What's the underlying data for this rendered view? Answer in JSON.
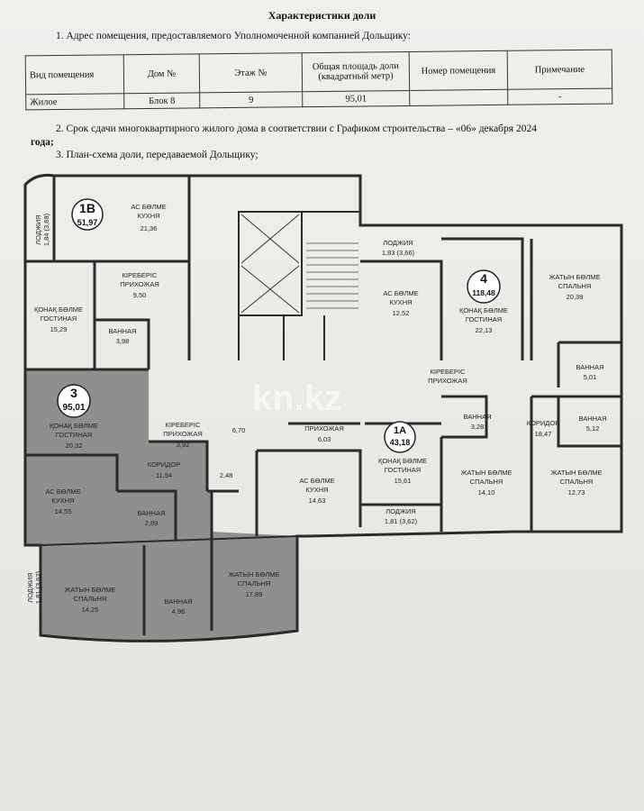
{
  "document": {
    "title": "Характеристики доли",
    "line1": "1. Адрес помещения, предоставляемого Уполномоченной компанией Дольщику:",
    "line2a": "2. Срок сдачи многоквартирного жилого дома в соответствии с Графиком строительства – «06» декабря 2024",
    "line2b": "года;",
    "line3": "3. План-схема доли, передаваемой Дольщику;"
  },
  "table": {
    "headers": [
      "Вид помещения",
      "Дом №",
      "Этаж №",
      "Общая площадь доли (квадратный метр)",
      "Номер помещения",
      "Примечание"
    ],
    "row": [
      "Жилое",
      "Блок 8",
      "9",
      "95,01",
      "",
      "-"
    ]
  },
  "plan": {
    "units": {
      "u1b": {
        "num": "1В",
        "area": "51,97"
      },
      "u3": {
        "num": "3",
        "area": "95,01"
      },
      "u4": {
        "num": "4",
        "area": "118,48"
      },
      "u1a": {
        "num": "1А",
        "area": "43,18"
      }
    },
    "rooms": {
      "r1": [
        "ЛОДЖИЯ",
        "1,84 (3,68)"
      ],
      "r2": [
        "АС БӨЛМЕ",
        "КУХНЯ",
        "21,36"
      ],
      "r3": [
        "КІРЕБЕРІС",
        "ПРИХОЖАЯ",
        "9,50"
      ],
      "r4": [
        "ҚОНАҚ БӨЛМЕ",
        "ГОСТИНАЯ",
        "15,29"
      ],
      "r5": [
        "ВАННАЯ",
        "3,98"
      ],
      "r6": [
        "ЛОДЖИЯ",
        "1,83 (3,66)"
      ],
      "r7": [
        "АС БӨЛМЕ",
        "КУХНЯ",
        "12,52"
      ],
      "r8": [
        "ҚОНАҚ БӨЛМЕ",
        "ГОСТИНАЯ",
        "22,13"
      ],
      "r9": [
        "ЖАТЫН БӨЛМЕ",
        "СПАЛЬНЯ",
        "20,39"
      ],
      "r10": [
        "ВАННАЯ",
        "5,01"
      ],
      "r11": [
        "КІРЕБЕРІС",
        "ПРИХОЖАЯ"
      ],
      "r12": [
        "ҚОНАҚ БӨЛМЕ",
        "ГОСТИНАЯ",
        "20,32"
      ],
      "r13": [
        "КІРЕБЕРІС",
        "ПРИХОЖАЯ",
        "3,92"
      ],
      "r14": [
        "КОРИДОР",
        "11,94"
      ],
      "r15": [
        "2,48"
      ],
      "r16": [
        "6,70"
      ],
      "r17": [
        "ПРИХОЖАЯ",
        "6,03"
      ],
      "r18": [
        "ВАННАЯ",
        "3,28"
      ],
      "r19": [
        "КОРИДОР",
        "18,47"
      ],
      "r20": [
        "ВАННАЯ",
        "5,12"
      ],
      "r21": [
        "АС БӨЛМЕ",
        "КУХНЯ",
        "14,55"
      ],
      "r22": [
        "ВАННАЯ",
        "2,89"
      ],
      "r23": [
        "АС БӨЛМЕ",
        "КУХНЯ",
        "14,63"
      ],
      "r24": [
        "ҚОНАҚ БӨЛМЕ",
        "ГОСТИНАЯ",
        "15,61"
      ],
      "r25": [
        "ЖАТЫН БӨЛМЕ",
        "СПАЛЬНЯ",
        "14,10"
      ],
      "r26": [
        "ЖАТЫН БӨЛМЕ",
        "СПАЛЬНЯ",
        "12,73"
      ],
      "r27": [
        "ЛОДЖИЯ",
        "1,81 (3,62)"
      ],
      "r28": [
        "ЛОДЖИЯ",
        "1,81 (3,62)"
      ],
      "r29": [
        "ЖАТЫН БӨЛМЕ",
        "СПАЛЬНЯ",
        "14,25"
      ],
      "r30": [
        "ВАННАЯ",
        "4,96"
      ],
      "r31": [
        "ЖАТЫН БӨЛМЕ",
        "СПАЛЬНЯ",
        "17,89"
      ]
    },
    "highlight_color": "#8f8f8d",
    "wall_color": "#2a2a2a",
    "watermark": "kn.kz"
  }
}
